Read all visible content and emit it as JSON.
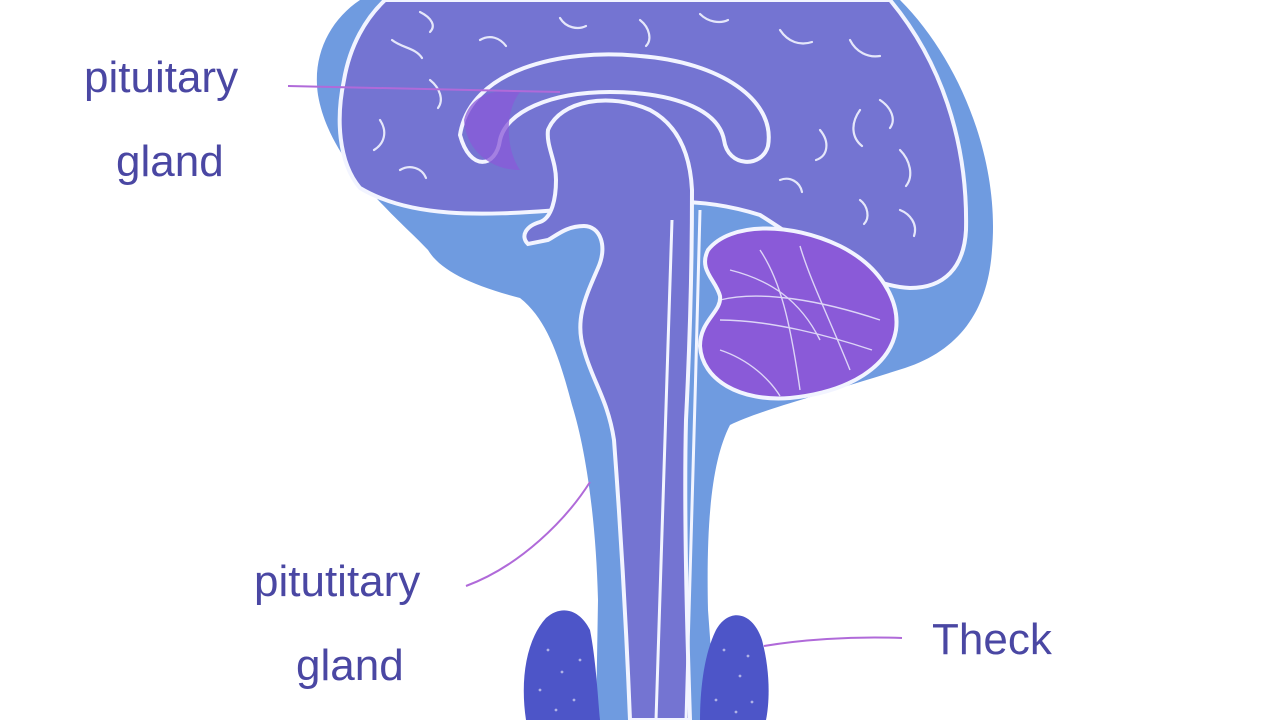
{
  "labels": {
    "top_line1": "pituitary",
    "top_line2": "gland",
    "middle_line1": "pitutitary",
    "middle_line2": "gland",
    "right": "Theck"
  },
  "colors": {
    "label_text": "#4a47a3",
    "leader_line": "#b06ad9",
    "outer_tissue": "#6f9be0",
    "brain_fill": "#7474d2",
    "cerebellum_fill": "#8a5ad8",
    "thyroid_fill": "#4d55c8",
    "outline": "#f2f4ff"
  }
}
